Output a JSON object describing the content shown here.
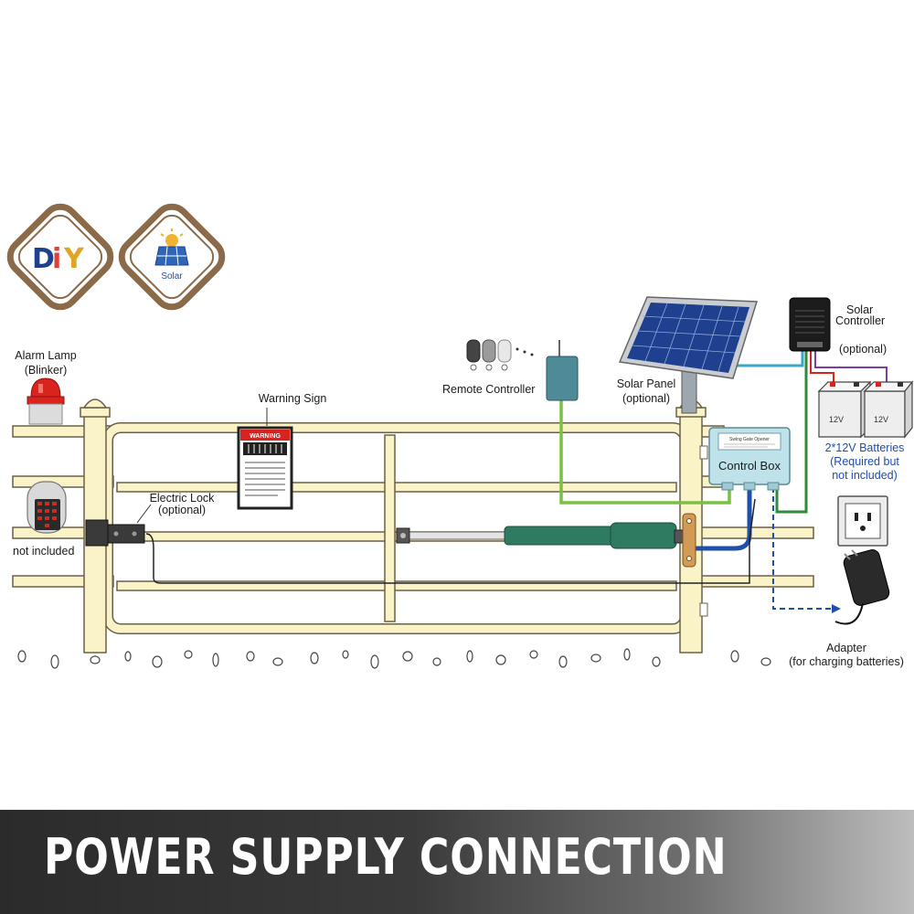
{
  "badges": {
    "diy": {
      "letters": [
        "D",
        "i",
        "Y"
      ]
    },
    "solar": {
      "label": "Solar"
    }
  },
  "labels": {
    "alarm_lamp": "Alarm Lamp",
    "alarm_lamp_sub": "(Blinker)",
    "keypad_note": "not included",
    "warning_sign": "Warning Sign",
    "electric_lock": "Electric Lock",
    "electric_lock_sub": "(optional)",
    "remote_controller": "Remote Controller",
    "solar_panel": "Solar Panel",
    "solar_panel_sub": "(optional)",
    "solar_controller_1": "Solar",
    "solar_controller_2": "Controller",
    "solar_controller_sub": "(optional)",
    "batteries_1": "2*12V Batteries",
    "batteries_2": "(Required but",
    "batteries_3": "not included)",
    "battery_label": "12V",
    "control_box": "Control Box",
    "control_box_plate": "Swing Gate Opener",
    "warning_plate": "WARNING",
    "adapter": "Adapter",
    "adapter_sub": "(for charging batteries)"
  },
  "banner": {
    "title": "POWER SUPPLY CONNECTION"
  },
  "colors": {
    "badge_brown": "#8b6a4a",
    "gate_fill": "#fbf3c8",
    "gate_outline": "#6b6048",
    "wire_green": "#7ac143",
    "wire_cyan": "#3aa7c4",
    "wire_blue": "#1f4fa8",
    "wire_dark_green": "#2e8b3a",
    "actuator_green": "#2f7b62",
    "solar_blue": "#1f3f8f",
    "label_blue": "#1f4fa8"
  }
}
